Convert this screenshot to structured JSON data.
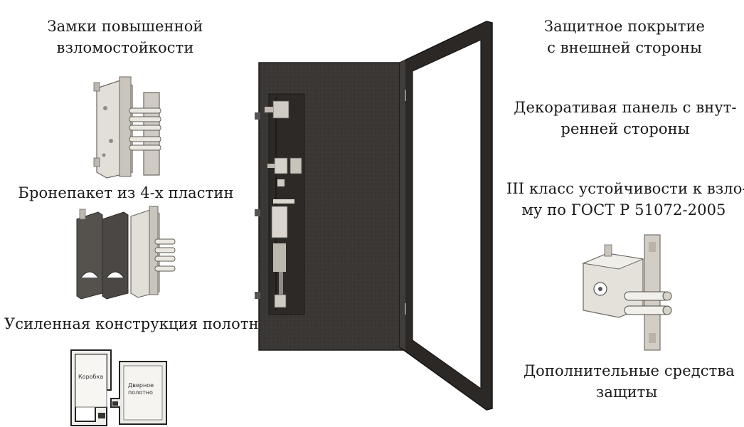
{
  "left_column": {
    "locks_title_line1": "Замки повышенной",
    "locks_title_line2": "взломостойкости",
    "armor_title": "Бронепакет из 4-х пластин",
    "reinforced_title": "Усиленная конструкция полотна",
    "diagram_label_box": "Коробка",
    "diagram_label_leaf_line1": "Дверное",
    "diagram_label_leaf_line2": "полотно"
  },
  "right_column": {
    "coating_line1": "Защитное покрытие",
    "coating_line2": "с внешней стороны",
    "panel_line1": "Декоративая панель с внут-",
    "panel_line2": "ренней стороны",
    "class_line1": "III класс устойчивости к взло-",
    "class_line2": "му по ГОСТ Р 51072-2005",
    "extra_line1": "Дополнительные средства",
    "extra_line2": "защиты"
  },
  "colors": {
    "door_leaf": "#3a3633",
    "door_frame": "#2b2826",
    "lock_metal": "#d9d6cf",
    "plate_dark": "#4a4744",
    "text": "#1a1a1a"
  }
}
